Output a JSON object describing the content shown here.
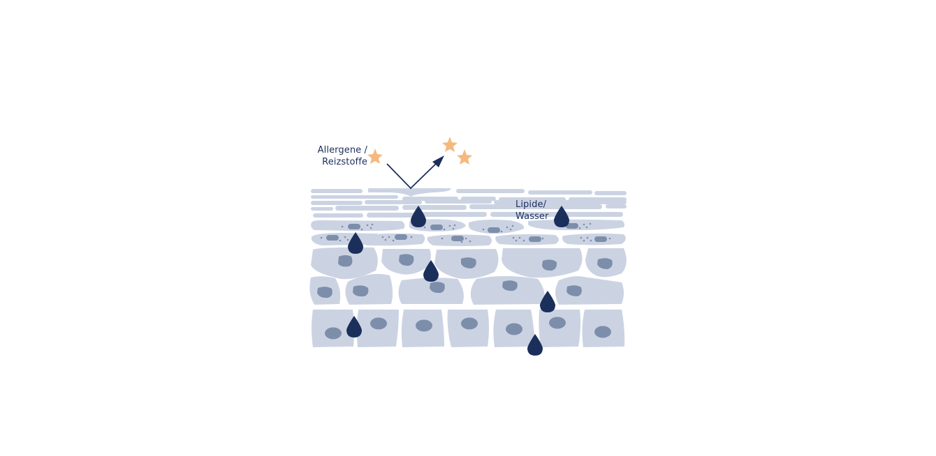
{
  "labels": {
    "allergens_line1": "Allergene /",
    "allergens_line2": "Reizstoffe",
    "lipids_line1": "Lipide/",
    "lipids_line2": "Wasser"
  },
  "colors": {
    "cell": "#cbd3e3",
    "nucleus": "#7d8eab",
    "drop": "#1b2f5b",
    "star": "#f5b97f",
    "arrow": "#1b2f5b",
    "text": "#1b2f5b"
  },
  "icons": {
    "star": "star-icon",
    "drop": "water-drop-icon",
    "arrow": "deflection-arrow-icon"
  }
}
